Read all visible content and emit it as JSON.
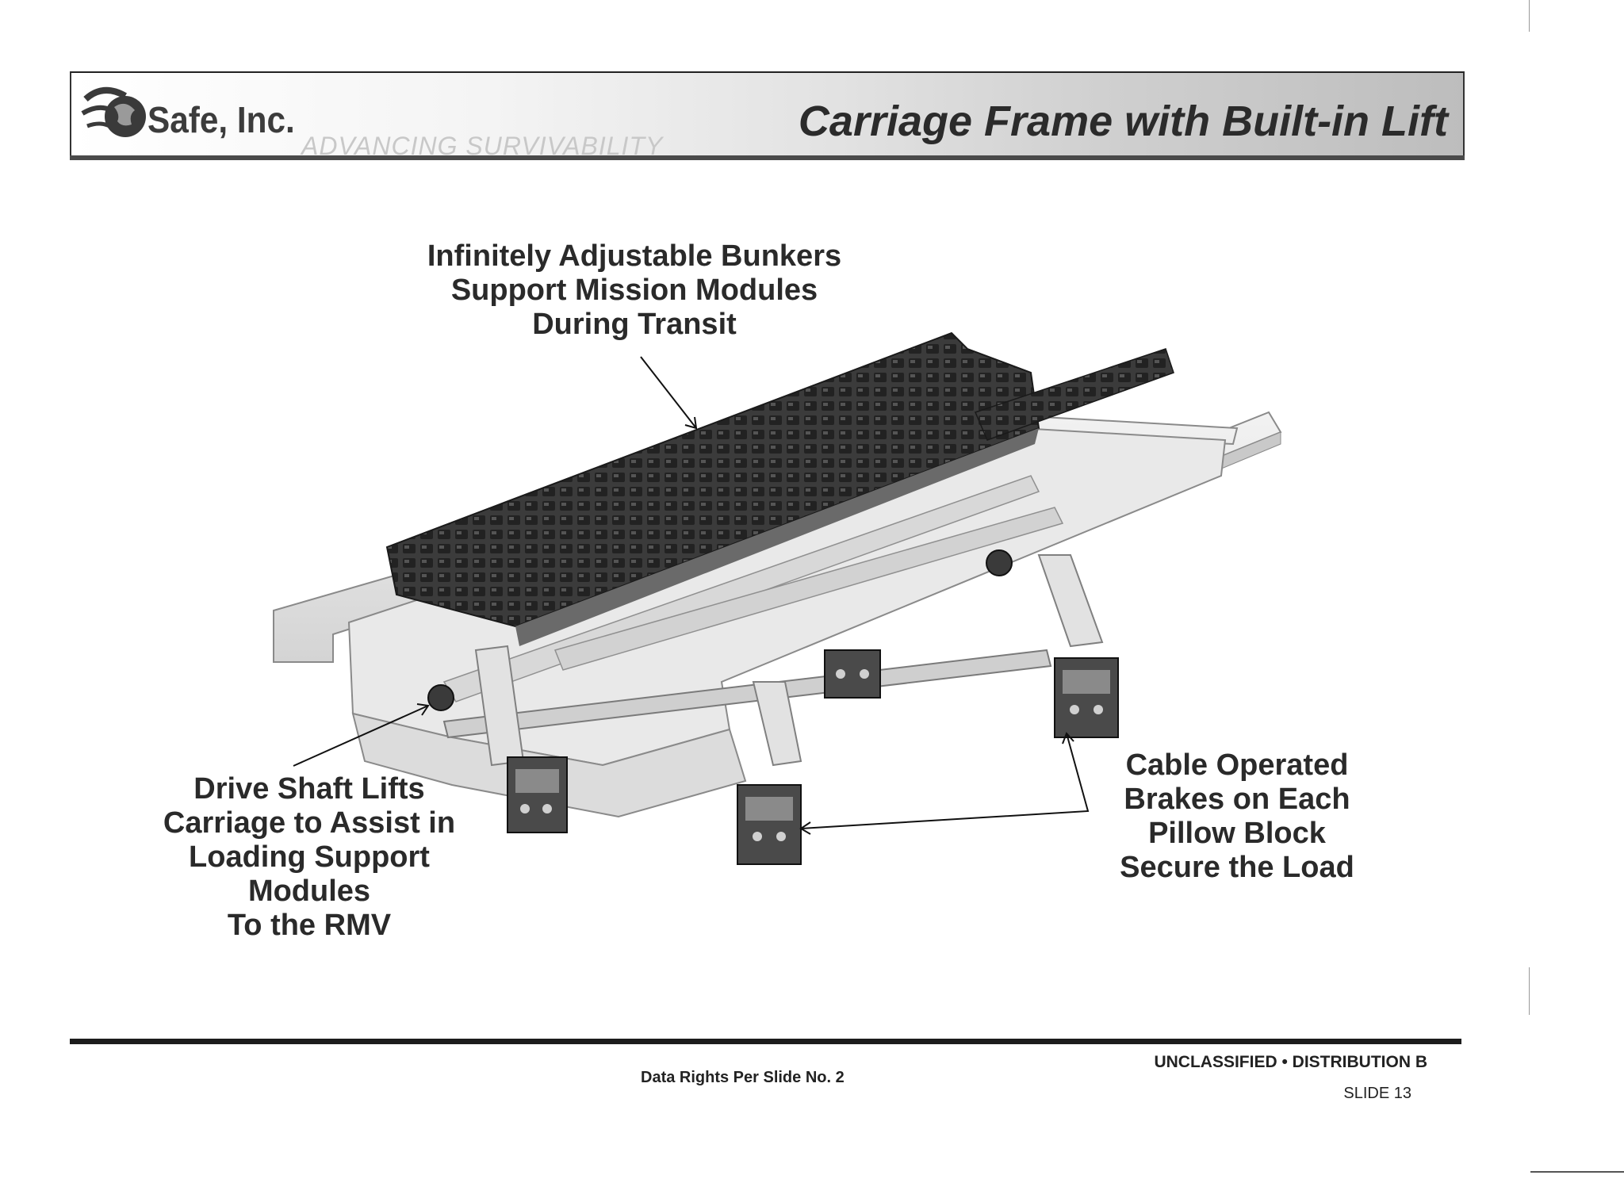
{
  "header": {
    "company": "Safe, Inc.",
    "tagline": "ADVANCING SURVIVABILITY",
    "title": "Carriage Frame with Built-in Lift"
  },
  "callouts": {
    "top": [
      "Infinitely Adjustable Bunkers",
      "Support Mission Modules",
      "During Transit"
    ],
    "left": [
      "Drive Shaft Lifts",
      "Carriage to Assist in",
      "Loading Support",
      "Modules",
      "To the RMV"
    ],
    "right": [
      "Cable Operated",
      "Brakes on Each",
      "Pillow Block",
      "Secure the Load"
    ]
  },
  "footer": {
    "data_rights": "Data Rights Per Slide No. 2",
    "classification": "UNCLASSIFIED • DISTRIBUTION B",
    "slide": "SLIDE 13"
  },
  "colors": {
    "title_text": "#2b2b2b",
    "bunker": "#2e2e2e",
    "frame": "#e6e6e6",
    "frame_edge": "#8a8a8a"
  }
}
